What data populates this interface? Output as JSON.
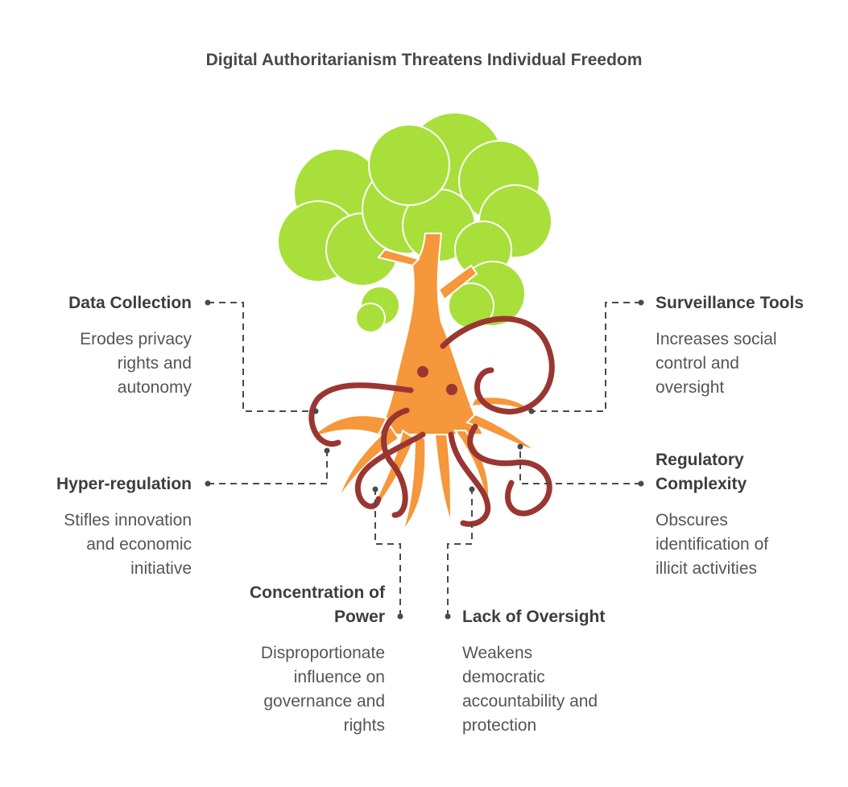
{
  "title": "Digital Authoritarianism Threatens Individual Freedom",
  "colors": {
    "canopy": "#a8df3a",
    "trunk": "#f5973a",
    "tentacle": "#9a3632",
    "connector": "#4a4a4a",
    "text": "#484848"
  },
  "items": [
    {
      "heading": "Data Collection",
      "description": "Erodes privacy\nrights and\nautonomy"
    },
    {
      "heading": "Surveillance Tools",
      "description": "Increases social\ncontrol and\noversight"
    },
    {
      "heading": "Hyper-regulation",
      "description": "Stifles innovation\nand economic\ninitiative"
    },
    {
      "heading": "Regulatory\nComplexity",
      "description": "Obscures\nidentification of\nillicit activities"
    },
    {
      "heading": "Concentration of\nPower",
      "description": "Disproportionate\ninfluence on\ngovernance and\nrights"
    },
    {
      "heading": "Lack of Oversight",
      "description": "Weakens\ndemocratic\naccountability and\nprotection"
    }
  ]
}
